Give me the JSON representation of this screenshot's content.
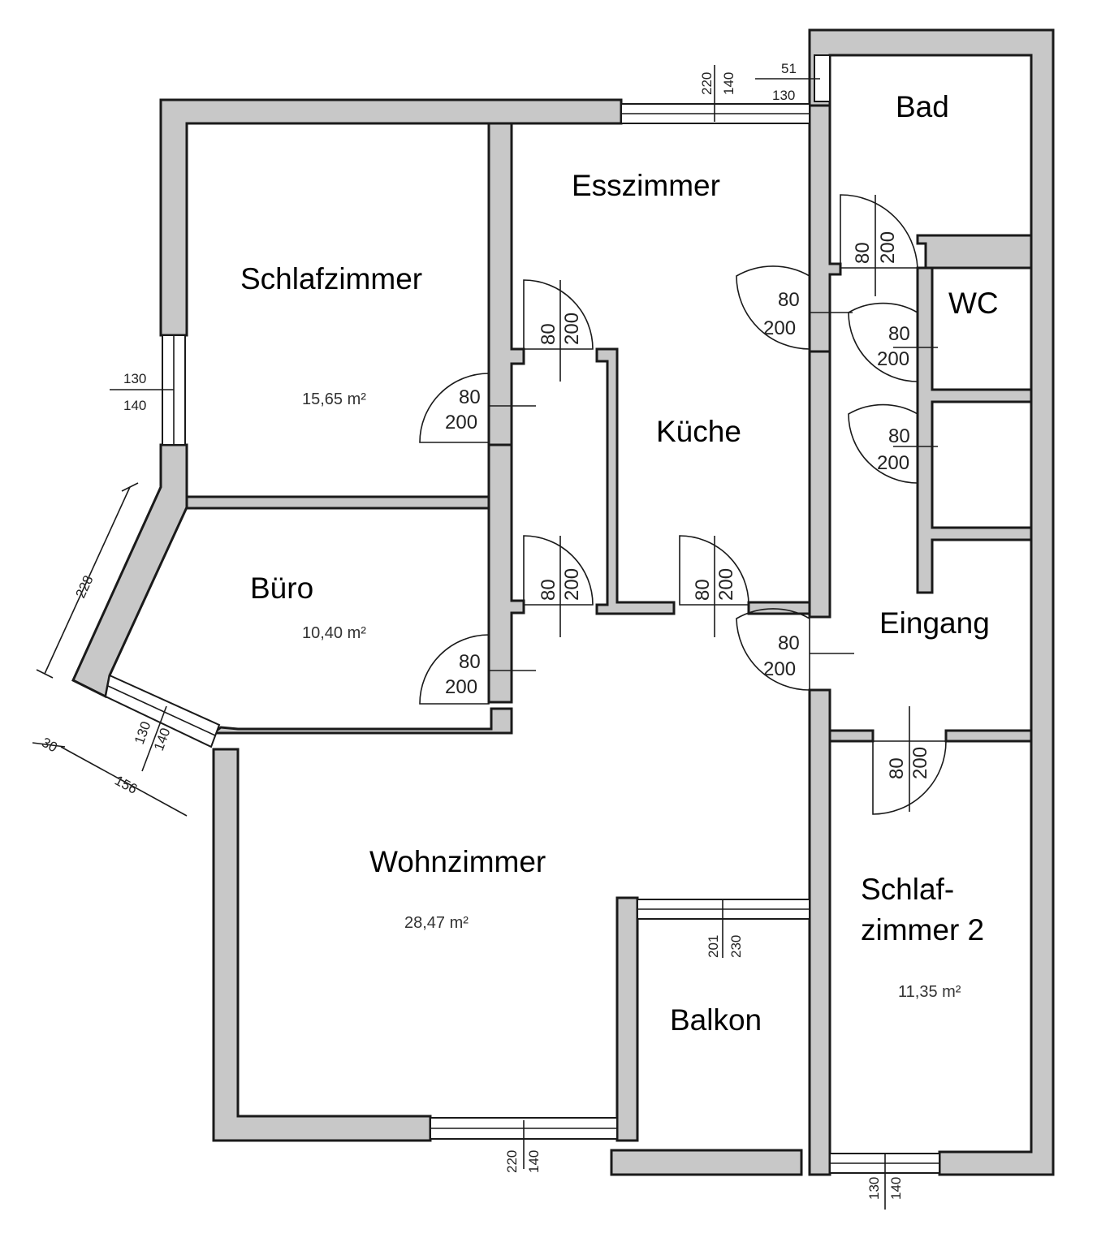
{
  "rooms": {
    "schlafzimmer": "Schlafzimmer",
    "esszimmer": "Esszimmer",
    "bad": "Bad",
    "wc": "WC",
    "kueche": "Küche",
    "buero": "Büro",
    "eingang": "Eingang",
    "wohnzimmer": "Wohnzimmer",
    "schlafzimmer2_line1": "Schlaf-",
    "schlafzimmer2_line2": "zimmer 2",
    "balkon": "Balkon"
  },
  "areas": {
    "schlafzimmer": "15,65 m²",
    "buero": "10,40 m²",
    "wohnzimmer": "28,47 m²",
    "schlafzimmer2": "11,35 m²"
  },
  "doors": {
    "width": "80",
    "height": "200"
  },
  "windows": {
    "esszimmer": {
      "a": "220",
      "b": "140"
    },
    "bad": {
      "a": "51",
      "b": "130"
    },
    "schlafzimmer": {
      "a": "130",
      "b": "140"
    },
    "buero": {
      "a": "130",
      "b": "140"
    },
    "wohnzimmer": {
      "a": "220",
      "b": "140"
    },
    "balkon": {
      "a": "201",
      "b": "230"
    },
    "schlafzimmer2": {
      "a": "130",
      "b": "140"
    }
  },
  "dimensions": {
    "buero_wall": "228",
    "buero_window": "156",
    "buero_offset": "30"
  }
}
